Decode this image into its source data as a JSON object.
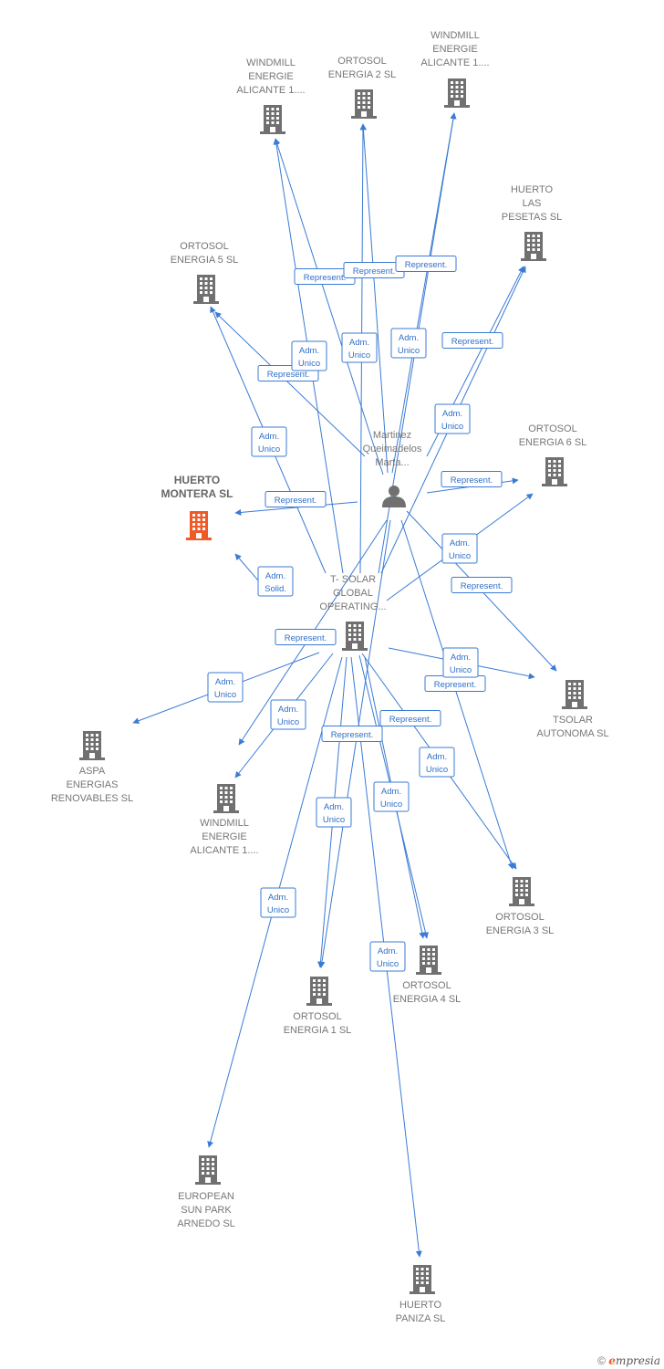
{
  "colors": {
    "edge": "#3a7bd5",
    "node": "#707070",
    "focus": "#f05a28"
  },
  "nodes": [
    {
      "id": "person",
      "lines": [
        "Martinez",
        "Queimadelos",
        "Marta..."
      ],
      "icon": "person-icon"
    },
    {
      "id": "tsolar",
      "lines": [
        "T- SOLAR",
        "GLOBAL",
        "OPERATING..."
      ],
      "icon": "building-icon"
    },
    {
      "id": "huerto_montera",
      "lines": [
        "HUERTO",
        "MONTERA SL"
      ],
      "icon": "building-icon",
      "focus": true
    },
    {
      "id": "wm1a",
      "lines": [
        "WINDMILL",
        "ENERGIE",
        "ALICANTE 1...."
      ],
      "icon": "building-icon"
    },
    {
      "id": "ortosol2",
      "lines": [
        "ORTOSOL",
        "ENERGIA 2 SL"
      ],
      "icon": "building-icon"
    },
    {
      "id": "wm1b",
      "lines": [
        "WINDMILL",
        "ENERGIE",
        "ALICANTE 1...."
      ],
      "icon": "building-icon"
    },
    {
      "id": "pesetas",
      "lines": [
        "HUERTO",
        "LAS",
        "PESETAS SL"
      ],
      "icon": "building-icon"
    },
    {
      "id": "ortosol5",
      "lines": [
        "ORTOSOL",
        "ENERGIA 5 SL"
      ],
      "icon": "building-icon"
    },
    {
      "id": "ortosol6",
      "lines": [
        "ORTOSOL",
        "ENERGIA 6 SL"
      ],
      "icon": "building-icon"
    },
    {
      "id": "tsolaraut",
      "lines": [
        "TSOLAR",
        "AUTONOMA  SL"
      ],
      "icon": "building-icon"
    },
    {
      "id": "aspa",
      "lines": [
        "ASPA",
        "ENERGIAS",
        "RENOVABLES SL"
      ],
      "icon": "building-icon"
    },
    {
      "id": "wm1c",
      "lines": [
        "WINDMILL",
        "ENERGIE",
        "ALICANTE 1...."
      ],
      "icon": "building-icon"
    },
    {
      "id": "ortosol3",
      "lines": [
        "ORTOSOL",
        "ENERGIA 3 SL"
      ],
      "icon": "building-icon"
    },
    {
      "id": "ortosol4",
      "lines": [
        "ORTOSOL",
        "ENERGIA 4 SL"
      ],
      "icon": "building-icon"
    },
    {
      "id": "ortosol1",
      "lines": [
        "ORTOSOL",
        "ENERGIA 1 SL"
      ],
      "icon": "building-icon"
    },
    {
      "id": "european",
      "lines": [
        "EUROPEAN",
        "SUN PARK",
        "ARNEDO SL"
      ],
      "icon": "building-icon"
    },
    {
      "id": "paniza",
      "lines": [
        "HUERTO",
        "PANIZA SL"
      ],
      "icon": "building-icon"
    }
  ],
  "edges": [
    {
      "from": "person",
      "to": "wm1a",
      "lines": [
        "Represent."
      ]
    },
    {
      "from": "person",
      "to": "ortosol2",
      "lines": [
        "Represent."
      ]
    },
    {
      "from": "person",
      "to": "wm1b",
      "lines": [
        "Represent."
      ]
    },
    {
      "from": "person",
      "to": "pesetas",
      "lines": [
        "Represent."
      ]
    },
    {
      "from": "person",
      "to": "ortosol5",
      "lines": [
        "Represent."
      ]
    },
    {
      "from": "person",
      "to": "huerto_montera",
      "lines": [
        "Represent."
      ]
    },
    {
      "from": "person",
      "to": "ortosol6",
      "lines": [
        "Represent."
      ]
    },
    {
      "from": "person",
      "to": "tsolaraut",
      "lines": [
        "Represent."
      ]
    },
    {
      "from": "person",
      "to": "aspa",
      "lines": [
        "Represent."
      ]
    },
    {
      "from": "person",
      "to": "ortosol3",
      "lines": [
        "Represent."
      ]
    },
    {
      "from": "person",
      "to": "ortosol1",
      "lines": [
        "Represent."
      ]
    },
    {
      "from": "tsolar",
      "to": "wm1a",
      "lines": [
        "Adm.",
        "Unico"
      ]
    },
    {
      "from": "tsolar",
      "to": "ortosol2",
      "lines": [
        "Adm.",
        "Unico"
      ]
    },
    {
      "from": "tsolar",
      "to": "wm1b",
      "lines": [
        "Adm.",
        "Unico"
      ]
    },
    {
      "from": "tsolar",
      "to": "pesetas",
      "lines": [
        "Adm.",
        "Unico"
      ]
    },
    {
      "from": "tsolar",
      "to": "ortosol5",
      "lines": [
        "Adm.",
        "Unico"
      ]
    },
    {
      "from": "tsolar",
      "to": "huerto_montera",
      "lines": [
        "Adm.",
        "Solid."
      ]
    },
    {
      "from": "tsolar",
      "to": "ortosol6",
      "lines": [
        "Adm.",
        "Unico"
      ]
    },
    {
      "from": "tsolar",
      "to": "tsolaraut",
      "lines": [
        "Adm.",
        "Unico"
      ]
    },
    {
      "from": "tsolar",
      "to": "aspa",
      "lines": [
        "Adm.",
        "Unico"
      ]
    },
    {
      "from": "tsolar",
      "to": "wm1c",
      "lines": [
        "Adm.",
        "Unico"
      ]
    },
    {
      "from": "tsolar",
      "to": "ortosol3",
      "lines": [
        "Adm.",
        "Unico"
      ]
    },
    {
      "from": "tsolar",
      "to": "ortosol4",
      "lines": [
        "Adm.",
        "Unico"
      ]
    },
    {
      "from": "tsolar",
      "to": "ortosol1",
      "lines": [
        "Adm.",
        "Unico"
      ]
    },
    {
      "from": "tsolar",
      "to": "european",
      "lines": [
        "Adm.",
        "Unico"
      ]
    },
    {
      "from": "tsolar",
      "to": "paniza",
      "lines": [
        "Adm.",
        "Unico"
      ]
    },
    {
      "from": "tsolar",
      "to": "ortosol4",
      "lines": [
        "Represent."
      ]
    }
  ],
  "copyright": {
    "symbol": "©",
    "brand_initial": "e",
    "brand_rest": "mpresia"
  }
}
